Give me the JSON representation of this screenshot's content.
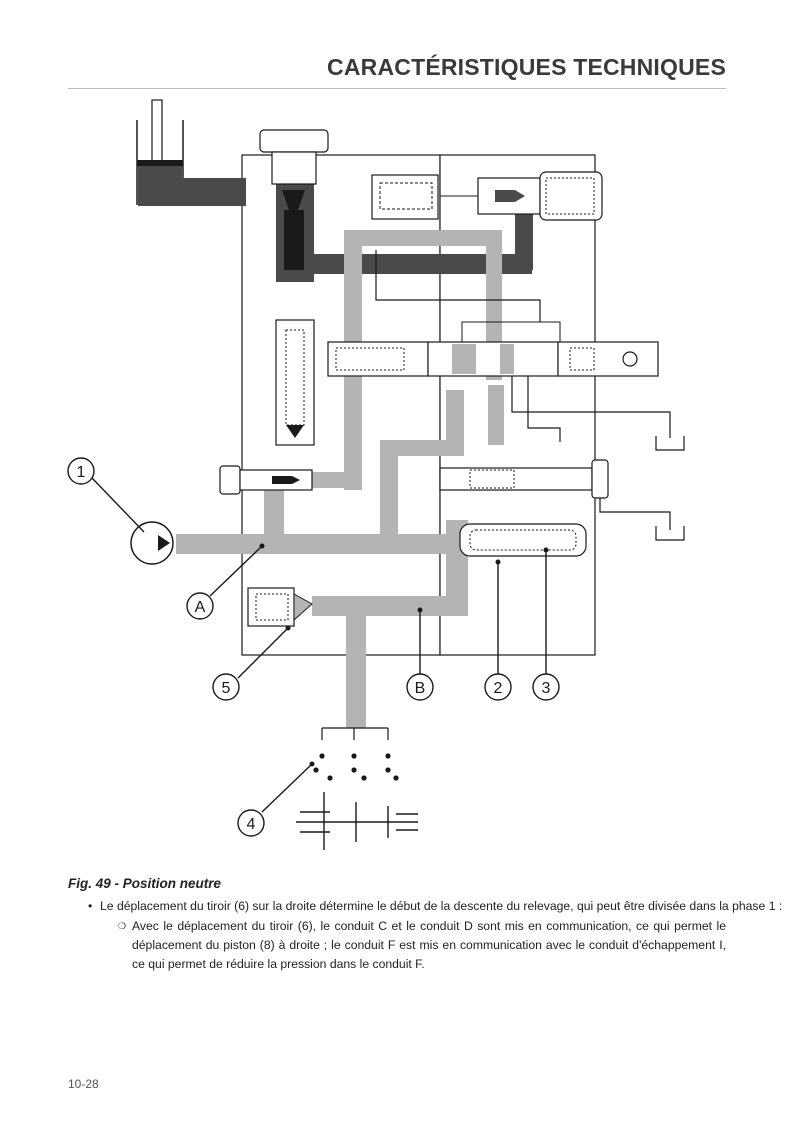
{
  "header": {
    "title": "CARACTÉRISTIQUES TECHNIQUES"
  },
  "figure": {
    "callouts": [
      "1",
      "A",
      "5",
      "B",
      "2",
      "3",
      "4"
    ],
    "caption": "Fig. 49 - Position neutre"
  },
  "text": {
    "bullet_marker": "•",
    "bullet": "Le déplacement du tiroir (6) sur la droite détermine le début de la descente du relevage, qui peut être divisée dans la phase 1 :",
    "sub_marker": "❍",
    "sub_bullet": "Avec le déplacement du tiroir (6),  le conduit C et le conduit D sont mis en communication, ce qui permet le déplacement du piston (8) à droite ; le conduit F est mis en communication avec le conduit d'échappement I, ce qui permet de réduire la pression dans le conduit F."
  },
  "footer": {
    "page_number": "10-28"
  },
  "colors": {
    "pressure_oil": "#4a4a4a",
    "low_pressure_oil": "#b4b4b4",
    "outline": "#1a1a1a"
  }
}
